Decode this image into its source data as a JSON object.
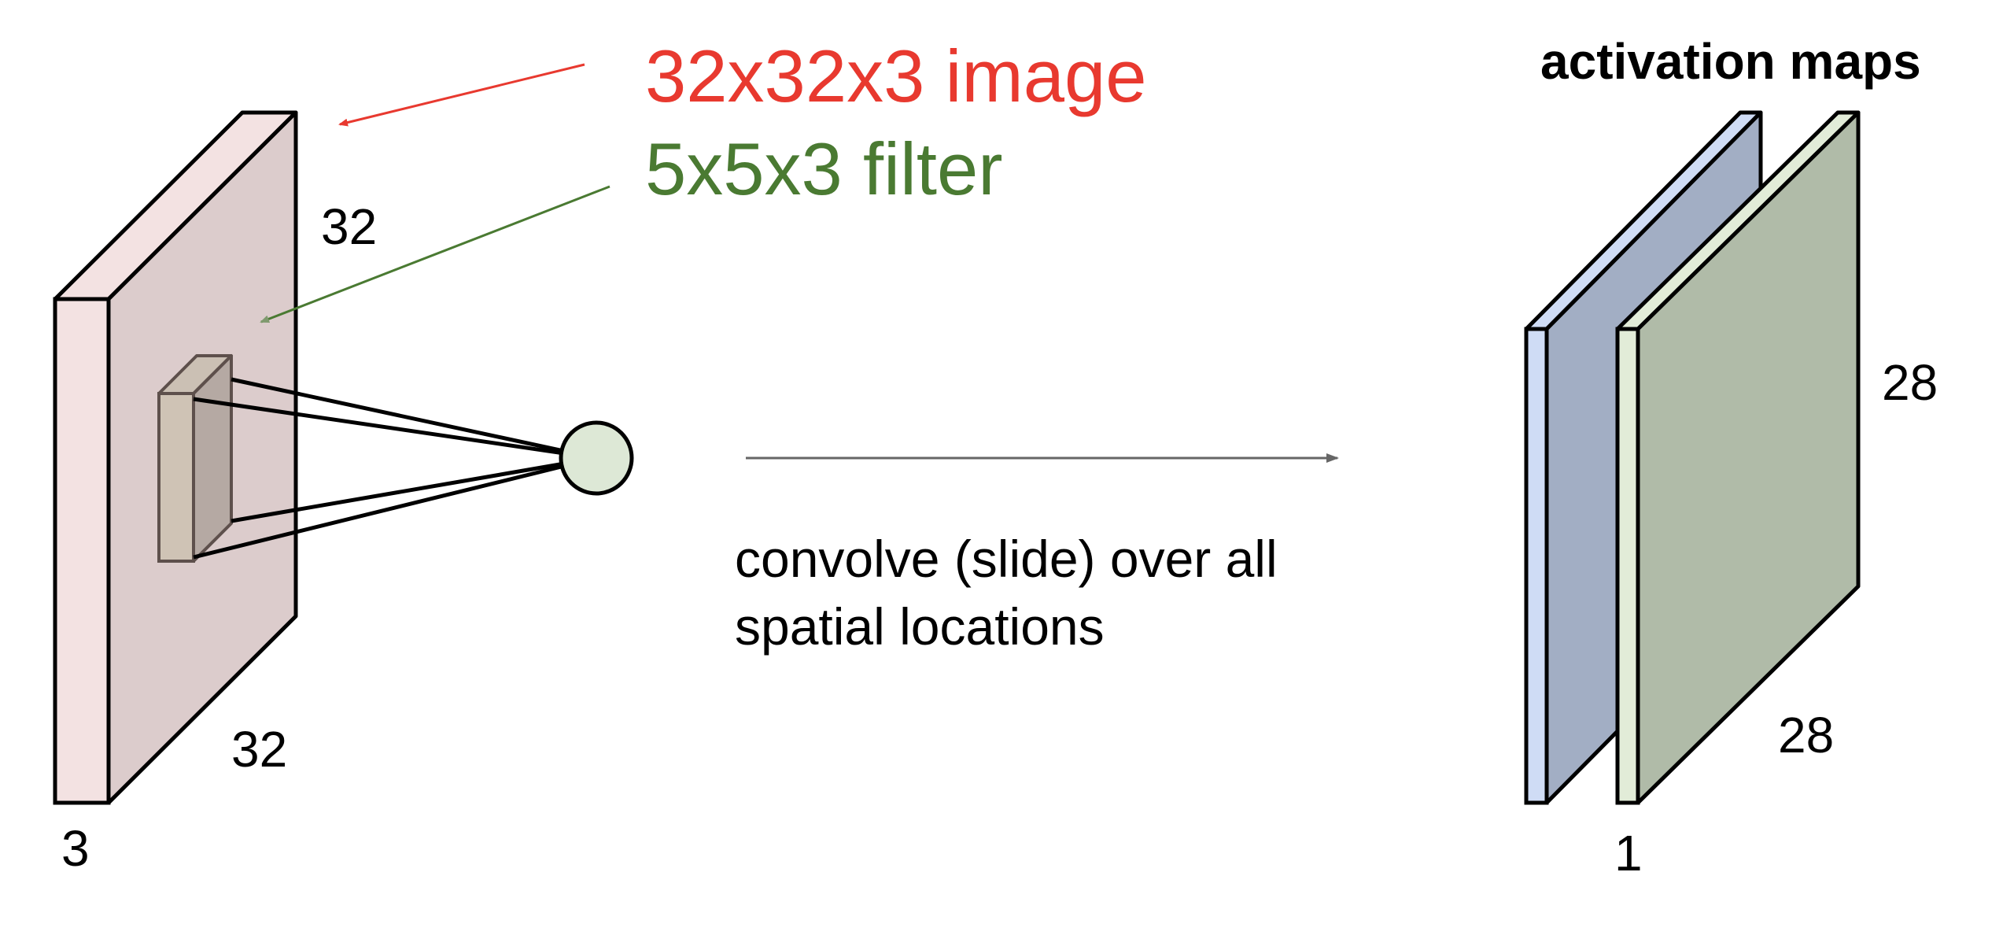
{
  "labels": {
    "image_label": "32x32x3 image",
    "filter_label": "5x5x3 filter",
    "input_height": "32",
    "input_width": "32",
    "input_depth": "3",
    "convolve_line1": "convolve (slide) over all",
    "convolve_line2": "spatial locations",
    "activation_title": "activation maps",
    "output_height": "28",
    "output_width": "28",
    "output_depth": "1"
  },
  "colors": {
    "image_label": "#e8392f",
    "filter_label": "#4a7a32",
    "input_volume_front": "#f3e2e2",
    "input_volume_face": "#dccccc",
    "filter_block": "#c9beb2",
    "neuron": "#dde8d6",
    "map_blue_front": "#cfdcf5",
    "map_blue_face": "#a2aec4",
    "map_green_front": "#e2ecd8",
    "map_green_face": "#b0bba8",
    "arrow_gray": "#666666"
  }
}
